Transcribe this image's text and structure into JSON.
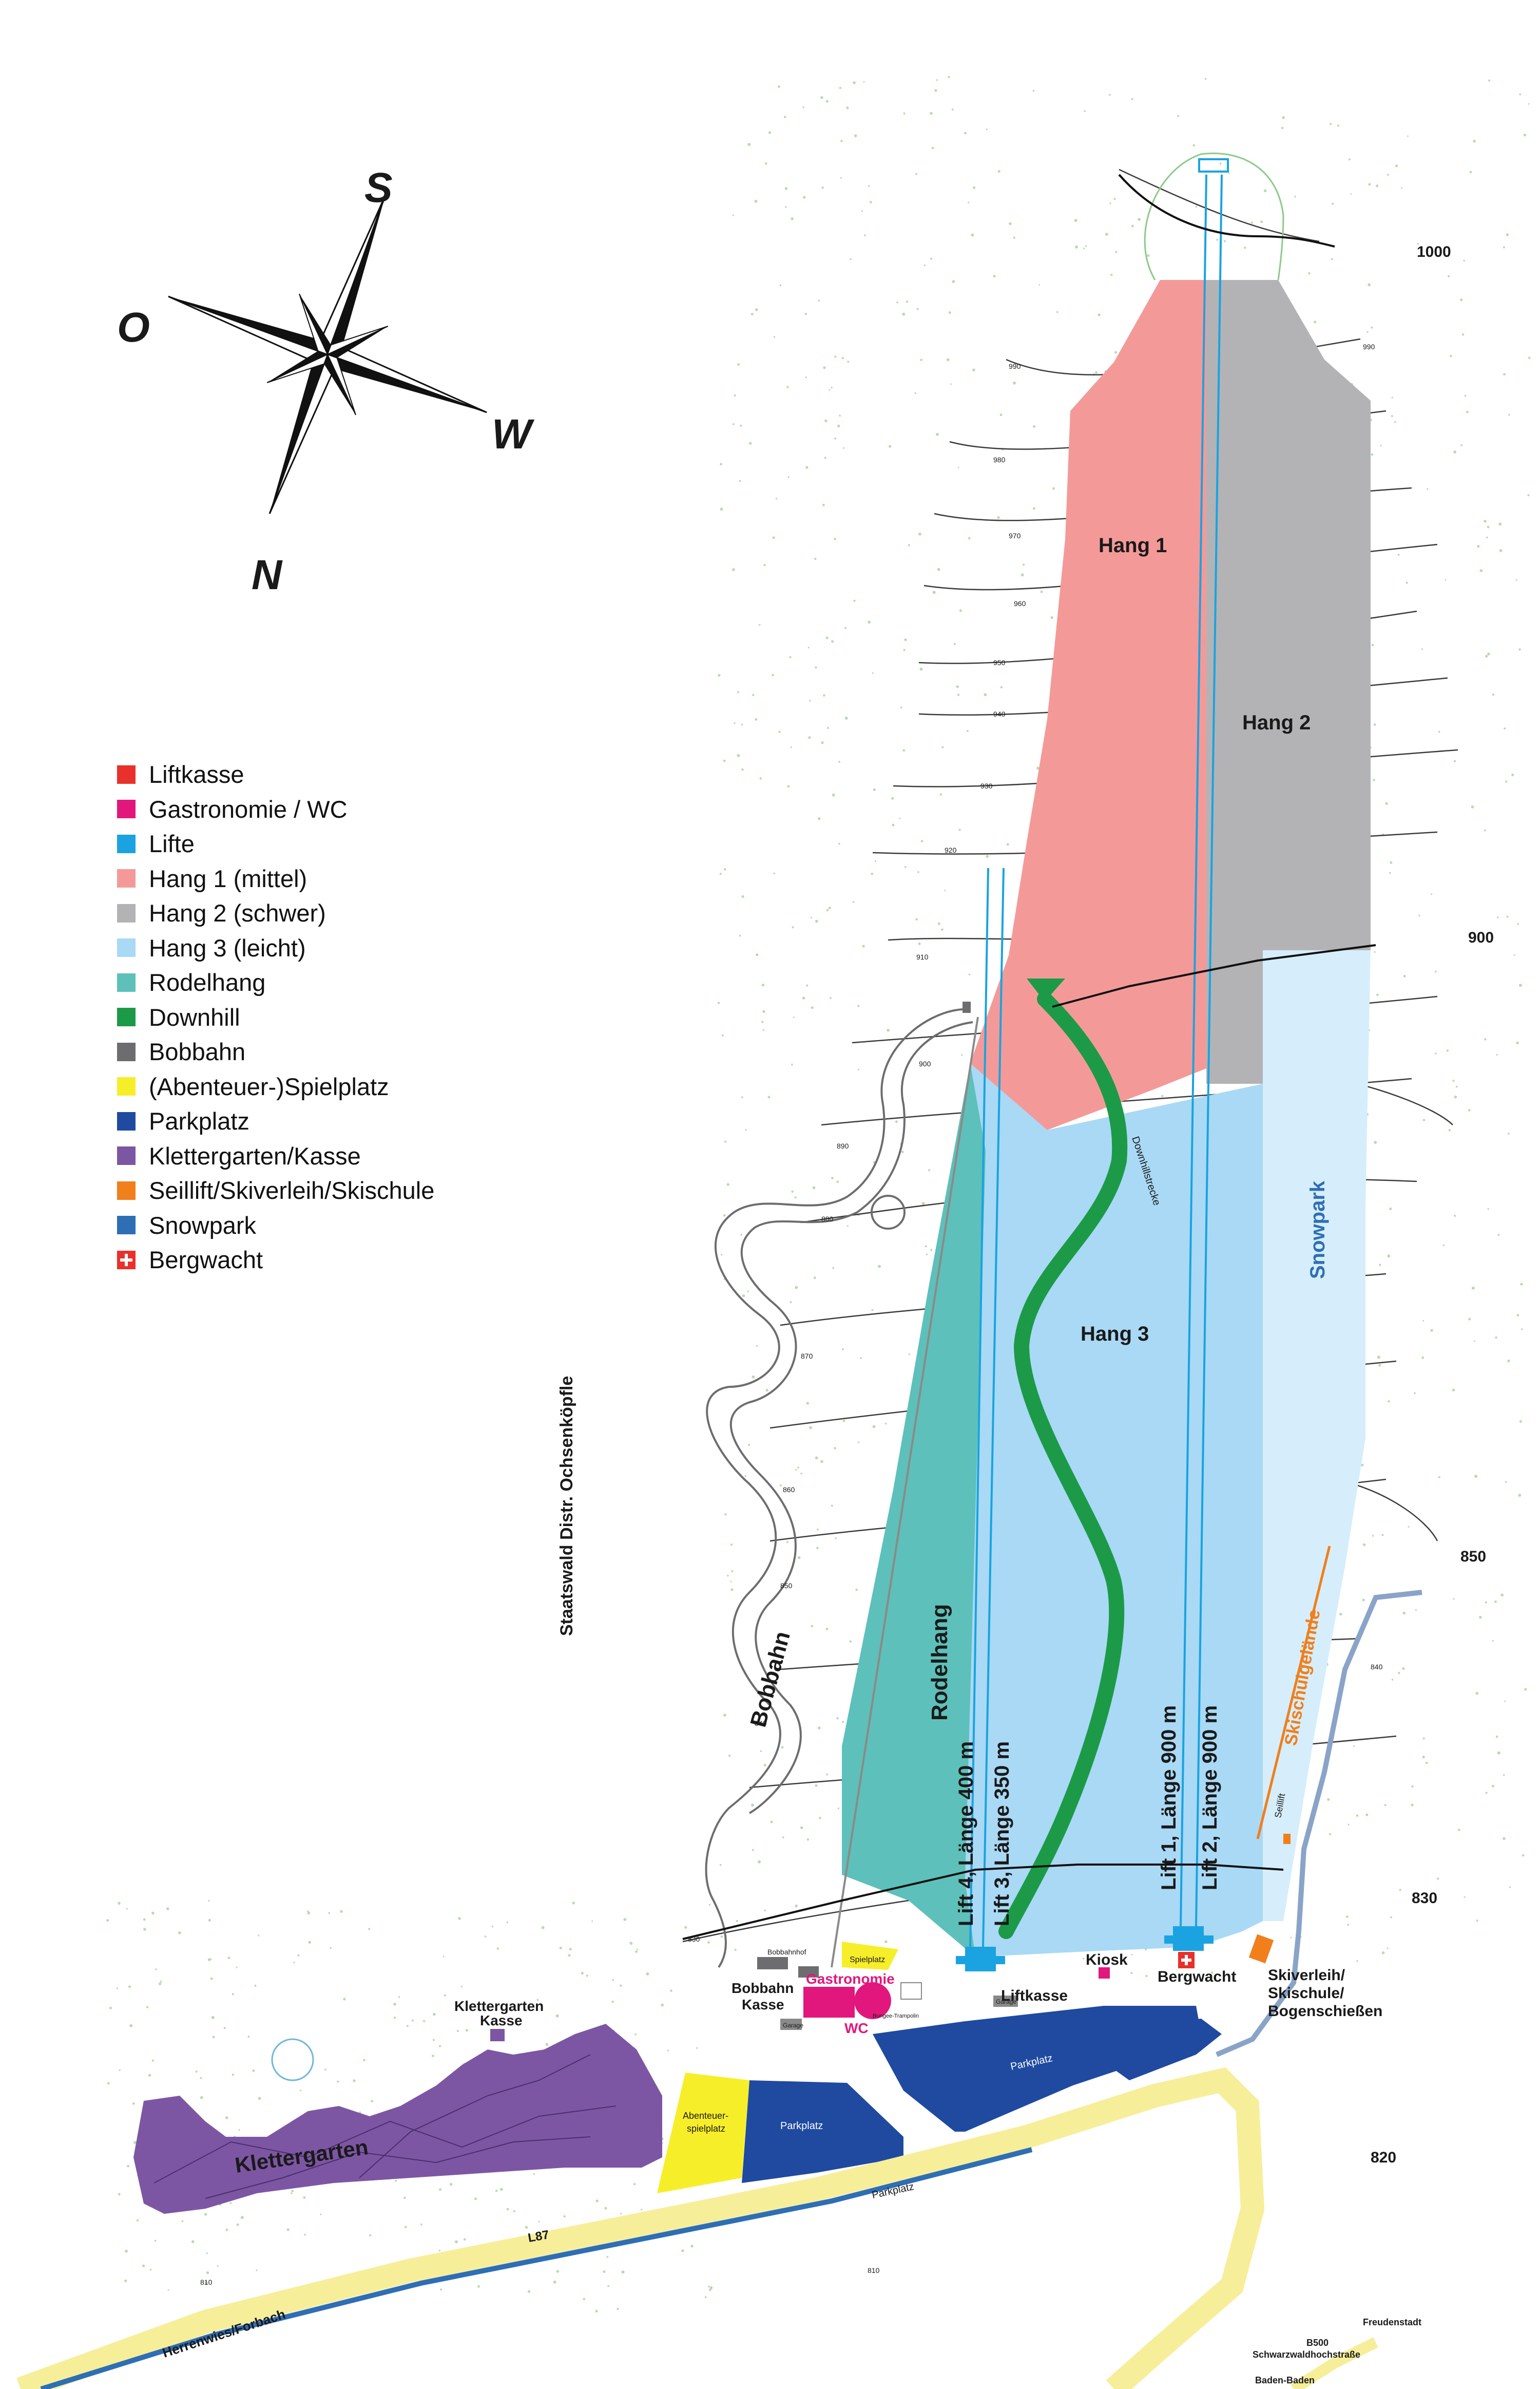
{
  "compass": {
    "n": "N",
    "s": "S",
    "o": "O",
    "w": "W"
  },
  "legend": [
    {
      "label": "Liftkasse",
      "color": "#e8312a"
    },
    {
      "label": "Gastronomie / WC",
      "color": "#e2177d"
    },
    {
      "label": "Lifte",
      "color": "#1aa3e0"
    },
    {
      "label": "Hang 1 (mittel)",
      "color": "#f39a98"
    },
    {
      "label": "Hang 2 (schwer)",
      "color": "#b3b3b6"
    },
    {
      "label": "Hang 3 (leicht)",
      "color": "#a9d9f5"
    },
    {
      "label": "Rodelhang",
      "color": "#5ec0ba"
    },
    {
      "label": "Downhill",
      "color": "#1c9a48"
    },
    {
      "label": "Bobbahn",
      "color": "#6d6d6f"
    },
    {
      "label": "(Abenteuer-)Spielplatz",
      "color": "#f7ee2a"
    },
    {
      "label": "Parkplatz",
      "color": "#1f4aa0"
    },
    {
      "label": "Klettergarten/Kasse",
      "color": "#7d56a3"
    },
    {
      "label": "Seillift/Skiverleih/Skischule",
      "color": "#f07f1c"
    },
    {
      "label": "Snowpark",
      "color": "#2e6eb5"
    },
    {
      "label": "Bergwacht",
      "color": "#e8312a",
      "icon": "cross-icon"
    }
  ],
  "areas": {
    "hang1": "Hang 1",
    "hang2": "Hang 2",
    "hang3": "Hang 3",
    "snowpark": "Snowpark",
    "rodelhang": "Rodelhang",
    "bobbahn": "Bobbahn",
    "klettergarten": "Klettergarten",
    "staatswald": "Staatswald Distr. Ochsenköpfle",
    "skischulgelaende": "Skischulgelände",
    "downhill_label": "Downhillstrecke"
  },
  "lifts": {
    "lift4": "Lift 4, Länge 400 m",
    "lift3": "Lift 3, Länge 350 m",
    "lift1": "Lift 1, Länge 900 m",
    "lift2": "Lift 2, Länge 900 m",
    "seillift": "Seillift"
  },
  "places": {
    "liftkasse": "Liftkasse",
    "kiosk": "Kiosk",
    "bergwacht": "Bergwacht",
    "skiverleih_1": "Skiverleih/",
    "skiverleih_2": "Skischule/",
    "skiverleih_3": "Bogenschießen",
    "bobbahn_kasse_1": "Bobbahn",
    "bobbahn_kasse_2": "Kasse",
    "gastronomie": "Gastronomie",
    "wc": "WC",
    "spielplatz": "Spielplatz",
    "abenteuer_1": "Abenteuer-",
    "abenteuer_2": "spielplatz",
    "parkplatz": "Parkplatz",
    "klettergarten_kasse_1": "Klettergarten",
    "klettergarten_kasse_2": "Kasse",
    "bobbahnhof": "Bobbahnhof",
    "garage": "Garage",
    "bungee": "Bungee-Trampolin"
  },
  "roads": {
    "l87": "L87",
    "herrenwies": "Herrenwies/Forbach",
    "freudenstadt": "Freudenstadt",
    "b500": "B500",
    "schwarzwald": "Schwarzwaldhochstraße",
    "baden": "Baden-Baden"
  },
  "elevations": {
    "e1000": "1000",
    "e900": "900",
    "e850": "850",
    "e830": "830",
    "e820": "820",
    "e990": "990",
    "e980": "980",
    "e970": "970",
    "e960": "960",
    "e950": "950",
    "e940": "940",
    "e930": "930",
    "e920": "920",
    "e910": "910",
    "e890": "890",
    "e880": "880",
    "e870": "870",
    "e860": "860",
    "e840": "840",
    "e810": "810"
  }
}
